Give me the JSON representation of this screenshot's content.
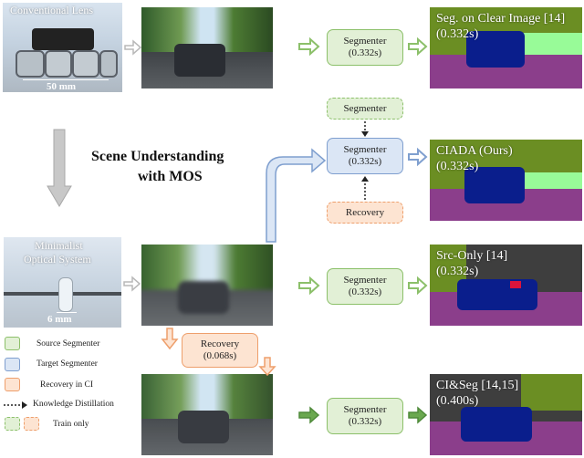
{
  "photos": {
    "conventional_lens": {
      "label": "Conventional Lens",
      "scale": "50 mm"
    },
    "mos": {
      "label_line1": "Minimalist",
      "label_line2": "Optical System",
      "scale": "6 mm"
    }
  },
  "center_title": {
    "line1": "Scene Understanding",
    "line2": "with MOS"
  },
  "boxes": {
    "segmenter_clear": {
      "name": "Segmenter",
      "time": "(0.332s)"
    },
    "segmenter_distill": {
      "name": "Segmenter"
    },
    "segmenter_ciada": {
      "name": "Segmenter",
      "time": "(0.332s)"
    },
    "recovery_train": {
      "name": "Recovery"
    },
    "segmenter_srconly": {
      "name": "Segmenter",
      "time": "(0.332s)"
    },
    "recovery_ci": {
      "name": "Recovery",
      "time": "(0.068s)"
    },
    "segmenter_ciseg": {
      "name": "Segmenter",
      "time": "(0.332s)"
    }
  },
  "results": [
    {
      "title": "Seg. on Clear Image [14]",
      "time": "(0.332s)"
    },
    {
      "title": "CIADA (Ours)",
      "time": "(0.332s)"
    },
    {
      "title": "Src-Only [14]",
      "time": "(0.332s)"
    },
    {
      "title": "CI&Seg [14,15]",
      "time": "(0.400s)"
    }
  ],
  "legend": [
    {
      "label": "Source Segmenter",
      "icon": "green-box"
    },
    {
      "label": "Target Segmenter",
      "icon": "blue-box"
    },
    {
      "label": "Recovery in CI",
      "icon": "orange-box"
    },
    {
      "label": "Knowledge Distillation",
      "icon": "dotted-arrow"
    },
    {
      "label": "Train only",
      "icon": "dashed-boxes"
    }
  ],
  "colors": {
    "source_green": "#8cc06a",
    "target_blue": "#7f9fcf",
    "recovery_orange": "#ee9f6c",
    "seg_road": "#8b3e8b",
    "seg_car": "#0a1e8c",
    "seg_vegetation": "#6b8e23",
    "seg_sky": "#4682b4",
    "seg_terrain": "#98fb98"
  }
}
